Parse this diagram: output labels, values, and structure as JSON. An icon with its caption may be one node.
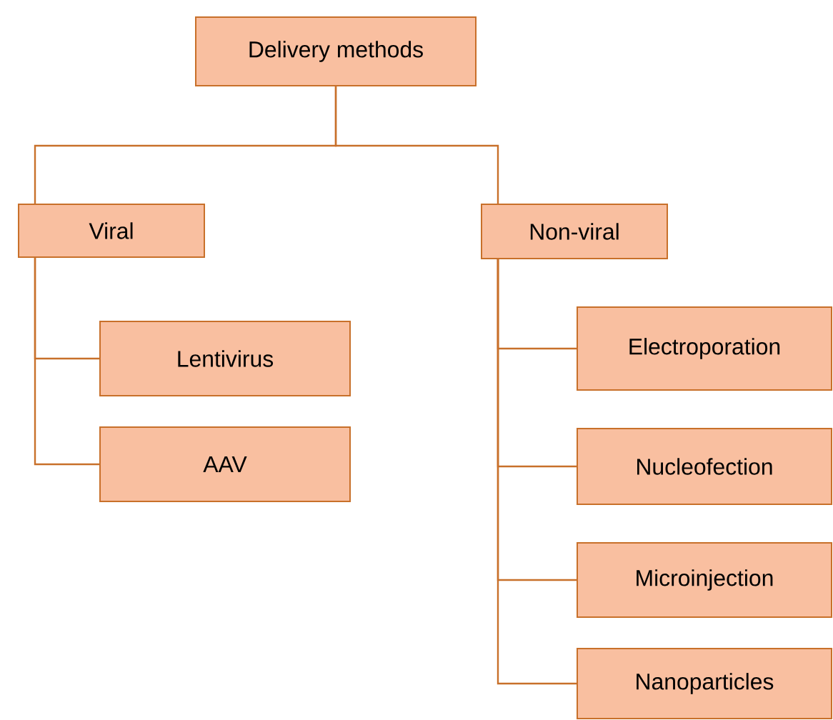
{
  "diagram": {
    "nodes": [
      {
        "text": [
          "Delivery methods"
        ]
      },
      {
        "text": [
          "Viral"
        ]
      },
      {
        "text": [
          "Non-viral"
        ]
      },
      {
        "text": [
          "Lentivirus"
        ]
      },
      {
        "text": [
          "AAV"
        ]
      },
      {
        "text": [
          "Electroporation"
        ]
      },
      {
        "text": [
          "Nucleofection"
        ]
      },
      {
        "text": [
          "Microinjection"
        ]
      },
      {
        "text": [
          "Nanoparticles"
        ]
      }
    ],
    "edges": [
      {
        "from": 0,
        "to": 1,
        "arrow": "none"
      },
      {
        "from": 0,
        "to": 2,
        "arrow": "none"
      },
      {
        "from": 1,
        "to": 3,
        "arrow": "none"
      },
      {
        "from": 1,
        "to": 4,
        "arrow": "none"
      },
      {
        "from": 2,
        "to": 5,
        "arrow": "none"
      },
      {
        "from": 2,
        "to": 6,
        "arrow": "none"
      },
      {
        "from": 2,
        "to": 7,
        "arrow": "none"
      },
      {
        "from": 2,
        "to": 8,
        "arrow": "none"
      }
    ]
  }
}
